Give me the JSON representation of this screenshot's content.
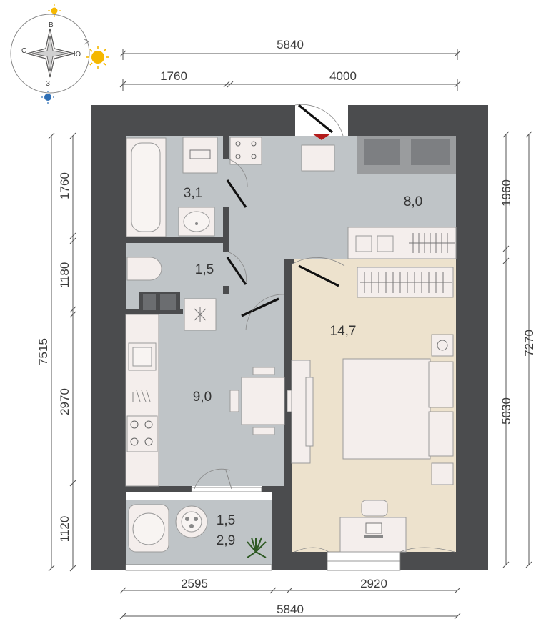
{
  "compass": {
    "north": "С",
    "east": "В",
    "south": "Ю",
    "west": "З"
  },
  "dimensions": {
    "top_total": "5840",
    "top_left": "1760",
    "top_right": "4000",
    "bottom_left": "2595",
    "bottom_right": "2920",
    "bottom_total": "5840",
    "left_total": "7515",
    "left_1": "1760",
    "left_2": "1180",
    "left_3": "2970",
    "left_4": "1120",
    "right_1": "1960",
    "right_2": "5030",
    "right_total": "7270"
  },
  "rooms": {
    "bathroom": "3,1",
    "hallway": "8,0",
    "wc": "1,5",
    "bedroom": "14,7",
    "kitchen": "9,0",
    "balcony_1": "1,5",
    "balcony_2": "2,9"
  },
  "colors": {
    "wall": "#4b4c4e",
    "gray_floor": "#bfc4c7",
    "bedroom_floor": "#ede2cd",
    "furniture": "#f4eeec",
    "door_marker": "#b31b1b",
    "sun": "#f5b800",
    "moon": "#2f6fb5"
  }
}
